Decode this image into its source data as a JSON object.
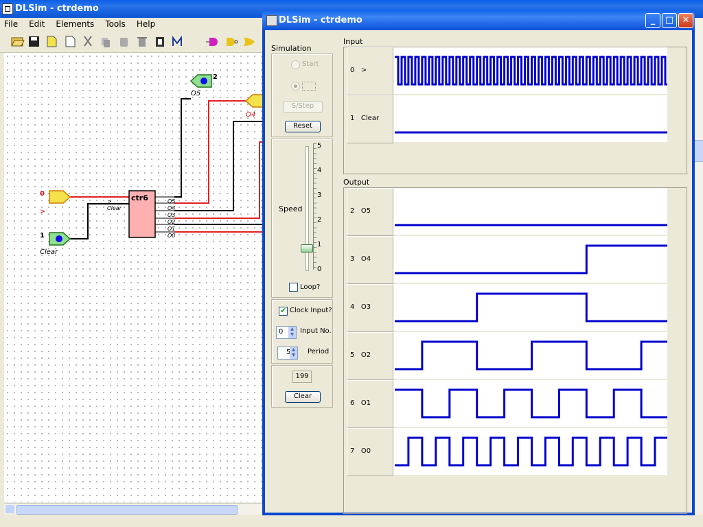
{
  "main_window": {
    "title": "DLSim - ctrdemo",
    "menu": [
      "File",
      "Edit",
      "Elements",
      "Tools",
      "Help"
    ],
    "toolbar_icons": [
      "open-icon",
      "save-icon",
      "new-yellow-icon",
      "new-blank-icon",
      "cut-icon",
      "copy-icon",
      "paste-icon",
      "delete-icon",
      "component-icon",
      "waveform-icon",
      "and-gate-icon",
      "nand-gate-icon",
      "or-gate-icon"
    ],
    "canvas": {
      "inputs": [
        {
          "num": "0",
          "label": ">"
        },
        {
          "num": "1",
          "label": "Clear"
        }
      ],
      "outputs": [
        {
          "num": "2",
          "label": "O5"
        },
        {
          "label": "O4"
        }
      ],
      "counter": {
        "name": "ctr6",
        "in_pins": [
          ">",
          "Clear"
        ],
        "out_pins": [
          "O5",
          "O4",
          "O3",
          "O2",
          "O1",
          "O0"
        ]
      }
    }
  },
  "sim_window": {
    "title": "DLSim - ctrdemo",
    "simulation_label": "Simulation",
    "start_label": "Start",
    "sstep_label": "S/Step",
    "reset_label": "Reset",
    "speed_label": "Speed",
    "speed_ticks": [
      "5",
      "4",
      "3",
      "2",
      "1",
      "0"
    ],
    "speed_value": 1,
    "loop_label": "Loop?",
    "loop_checked": false,
    "clock_input_label": "Clock Input?",
    "clock_input_checked": true,
    "input_no_label": "Input No.",
    "input_no_value": "0",
    "period_label": "Period",
    "period_value": "5",
    "counter_value": "199",
    "clear_label": "Clear",
    "input_section_label": "Input",
    "output_section_label": "Output",
    "input_signals": [
      {
        "num": "0",
        "name": ">"
      },
      {
        "num": "1",
        "name": "Clear"
      }
    ],
    "output_signals": [
      {
        "num": "2",
        "name": "O5"
      },
      {
        "num": "3",
        "name": "O4"
      },
      {
        "num": "4",
        "name": "O3"
      },
      {
        "num": "5",
        "name": "O2"
      },
      {
        "num": "6",
        "name": "O1"
      },
      {
        "num": "7",
        "name": "O0"
      }
    ],
    "waveform_color": "#0000cc"
  },
  "chart_data": {
    "type": "line",
    "x_unit": "time steps",
    "x_range": [
      0,
      199
    ],
    "series": [
      {
        "name": "0 >",
        "type": "clock",
        "period": 5,
        "values_desc": "square wave"
      },
      {
        "name": "1 Clear",
        "values": [
          [
            0,
            0
          ],
          [
            199,
            0
          ]
        ]
      },
      {
        "name": "2 O5",
        "values": [
          [
            0,
            0
          ],
          [
            199,
            0
          ]
        ]
      },
      {
        "name": "3 O4",
        "values": [
          [
            0,
            0
          ],
          [
            140,
            0
          ],
          [
            140,
            1
          ],
          [
            199,
            1
          ]
        ]
      },
      {
        "name": "4 O3",
        "values": [
          [
            0,
            0
          ],
          [
            60,
            0
          ],
          [
            60,
            1
          ],
          [
            140,
            1
          ],
          [
            140,
            0
          ],
          [
            199,
            0
          ]
        ]
      },
      {
        "name": "5 O2",
        "values": [
          [
            0,
            0
          ],
          [
            20,
            0
          ],
          [
            20,
            1
          ],
          [
            60,
            1
          ],
          [
            60,
            0
          ],
          [
            100,
            0
          ],
          [
            100,
            1
          ],
          [
            140,
            1
          ],
          [
            140,
            0
          ],
          [
            180,
            0
          ],
          [
            180,
            1
          ],
          [
            199,
            1
          ]
        ]
      },
      {
        "name": "6 O1",
        "values": [
          [
            0,
            1
          ],
          [
            20,
            1
          ],
          [
            20,
            0
          ],
          [
            40,
            0
          ],
          [
            40,
            1
          ],
          [
            60,
            1
          ],
          [
            60,
            0
          ],
          [
            80,
            0
          ],
          [
            80,
            1
          ],
          [
            100,
            1
          ],
          [
            100,
            0
          ],
          [
            120,
            0
          ],
          [
            120,
            1
          ],
          [
            140,
            1
          ],
          [
            140,
            0
          ],
          [
            160,
            0
          ],
          [
            160,
            1
          ],
          [
            180,
            1
          ],
          [
            180,
            0
          ],
          [
            199,
            0
          ]
        ]
      },
      {
        "name": "7 O0",
        "values": [
          [
            0,
            0
          ],
          [
            10,
            1
          ],
          [
            20,
            0
          ],
          [
            30,
            1
          ],
          [
            40,
            0
          ],
          [
            50,
            1
          ],
          [
            60,
            0
          ],
          [
            70,
            1
          ],
          [
            80,
            0
          ],
          [
            90,
            1
          ],
          [
            100,
            0
          ],
          [
            110,
            1
          ],
          [
            120,
            0
          ],
          [
            130,
            1
          ],
          [
            140,
            0
          ],
          [
            150,
            1
          ],
          [
            160,
            0
          ],
          [
            170,
            1
          ],
          [
            180,
            0
          ],
          [
            190,
            1
          ]
        ]
      }
    ]
  }
}
